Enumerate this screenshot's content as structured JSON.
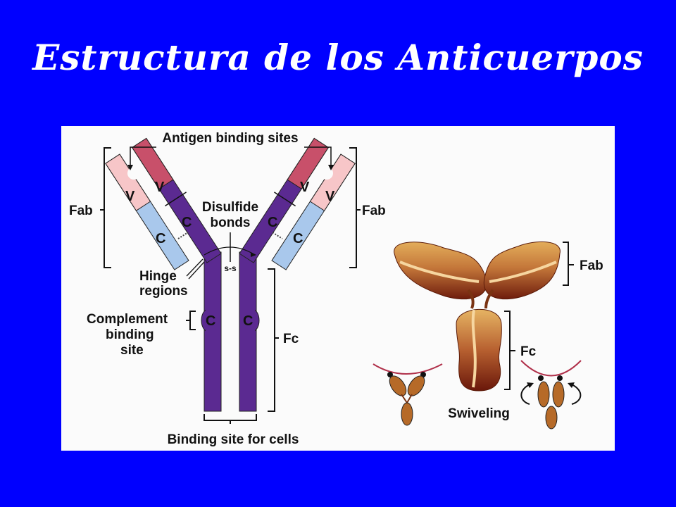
{
  "slide": {
    "title": "Estructura de los Anticuerpos",
    "background_color": "#0000ff",
    "title_color": "#ffffff"
  },
  "diagram_left": {
    "antigen_binding_sites": "Antigen binding sites",
    "fab_left": "Fab",
    "fab_right": "Fab",
    "disulfide_line1": "Disulfide",
    "disulfide_line2": "bonds",
    "ss": "s-s",
    "hinge_line1": "Hinge",
    "hinge_line2": "regions",
    "complement_line1": "Complement",
    "complement_line2": "binding",
    "complement_line3": "site",
    "fc": "Fc",
    "binding_site_cells": "Binding site for cells",
    "domain_v": "V",
    "domain_c": "C",
    "colors": {
      "heavy_chain": "#5b2a91",
      "heavy_variable": "#c8506a",
      "light_variable": "#f7c6c8",
      "light_constant": "#a9c8ec"
    }
  },
  "diagram_right": {
    "fab": "Fab",
    "fc": "Fc",
    "swiveling": "Swiveling"
  }
}
